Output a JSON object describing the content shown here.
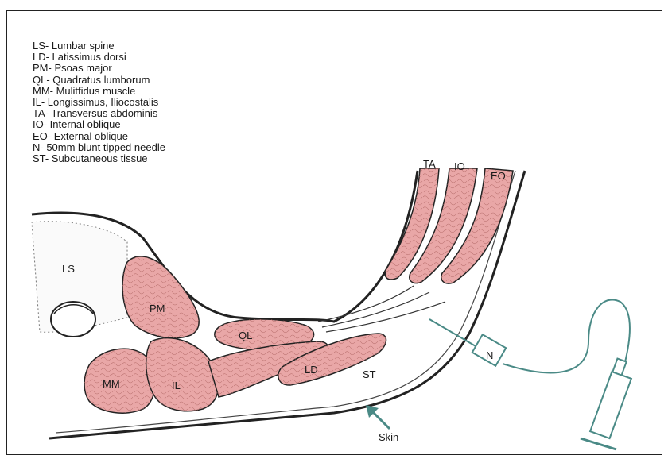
{
  "legend": [
    "LS- Lumbar spine",
    "LD- Latissimus dorsi",
    "PM- Psoas major",
    "QL- Quadratus lumborum",
    "MM- Mulitfidus muscle",
    "IL- Longissimus, Iliocostalis",
    "TA- Transversus abdominis",
    "IO- Internal oblique",
    "EO- External oblique",
    "N- 50mm blunt tipped needle",
    "ST- Subcutaneous tissue"
  ],
  "labels": {
    "ls": "LS",
    "pm": "PM",
    "ql": "QL",
    "mm": "MM",
    "il": "IL",
    "ld": "LD",
    "st": "ST",
    "ta": "TA",
    "io": "IO",
    "eo": "EO",
    "n": "N",
    "skin": "Skin"
  },
  "colors": {
    "muscle": "#e9a7a7",
    "outline": "#222222",
    "needle": "#4a8a86"
  }
}
